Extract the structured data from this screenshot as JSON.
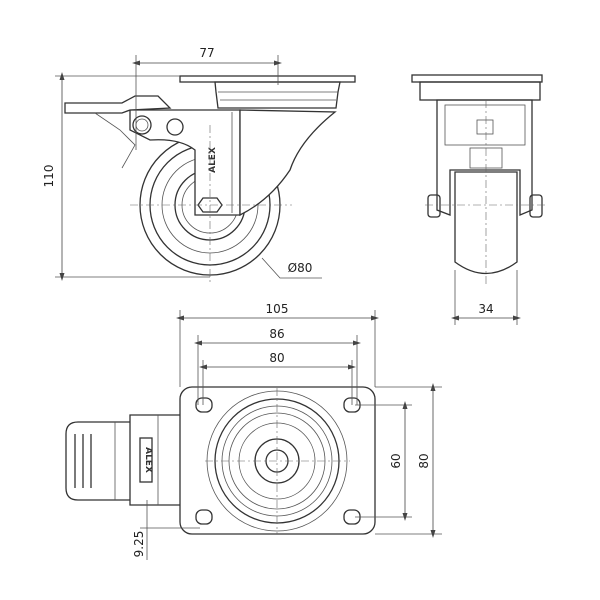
{
  "title": "Swivel caster with brake - technical drawing",
  "brand_logo": "ALEX",
  "side_view": {
    "offset_dim": "77",
    "height_dim": "110",
    "wheel_diameter_dim": "Ø80"
  },
  "front_view": {
    "wheel_width_dim": "34"
  },
  "top_view": {
    "plate_width_dim": "105",
    "hole_spacing_outer_dim": "86",
    "hole_spacing_inner_dim": "80",
    "hole_spacing_vertical_dim": "60",
    "plate_depth_dim": "80",
    "brake_offset_dim": "9.25"
  },
  "colors": {
    "line": "#333333",
    "background": "#ffffff"
  }
}
